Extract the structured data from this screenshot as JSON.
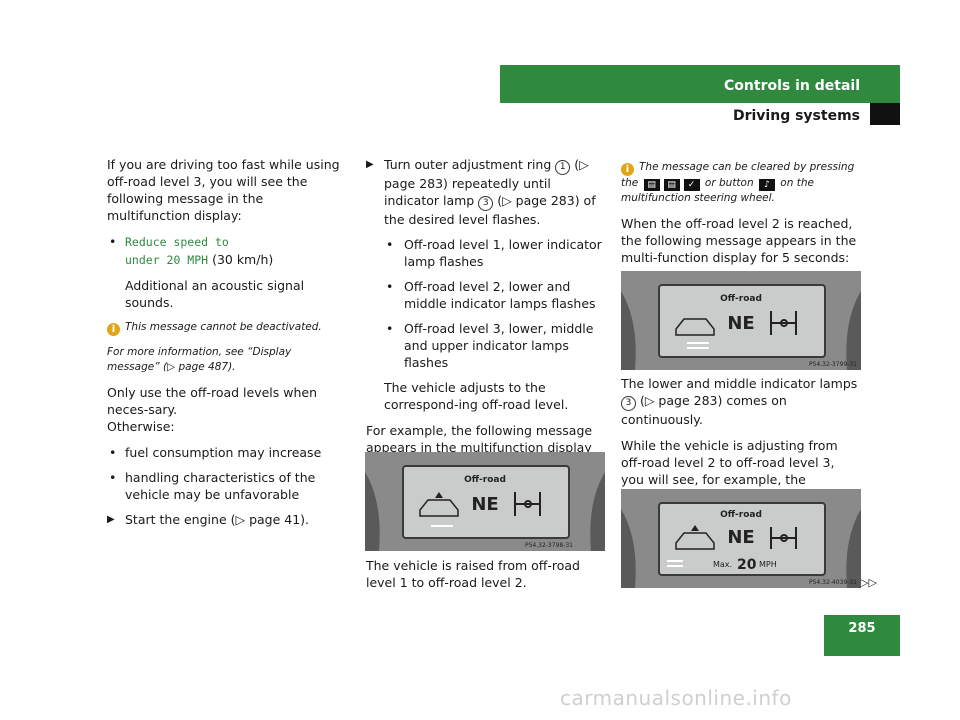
{
  "colors": {
    "accent": "#2f8a3f",
    "info": "#e0a51a"
  },
  "header": {
    "title": "Controls in detail",
    "subtitle": "Driving systems"
  },
  "page_number": "285",
  "footer": "carmanualsonline.info",
  "col1": {
    "p1": "If you are driving too fast while using off-road level 3, you will see the following message in the multifunction display:",
    "msg_line1": "Reduce speed to",
    "msg_line2": "under 20 MPH",
    "msg_suffix": " (30 km/h)",
    "p2": "Additional an acoustic signal sounds.",
    "info1": "This message cannot be deactivated.",
    "info2": "For more information, see “Display message” (▷ page 487).",
    "p3a": "Only use the off-road levels when neces-sary.",
    "p3b": "Otherwise:",
    "b1": "fuel consumption may increase",
    "b2": "handling characteristics of the vehicle may be unfavorable",
    "a1": "Start the engine (▷ page 41)."
  },
  "col2": {
    "a1_pre": "Turn outer adjustment ring ",
    "n1": "1",
    "a1_mid": " (▷ page 283) repeatedly until indicator lamp ",
    "n3": "3",
    "a1_post": " (▷ page 283) of the desired level flashes.",
    "s1": "Off-road level 1, lower indicator lamp flashes",
    "s2": "Off-road level 2, lower and middle indicator lamps flashes",
    "s3": "Off-road level 3, lower, middle and upper indicator lamps flashes",
    "p1": "The vehicle adjusts to the correspond-ing off-road level.",
    "p2": "For example, the following message appears in the multifunction display while the level is being set:",
    "p3": "The vehicle is raised from off-road level 1 to off-road level 2."
  },
  "col3": {
    "info_pre": "The message can be cleared by pressing the",
    "info_mid": " or button ",
    "info_post": " on the multifunction steering wheel.",
    "p1": "When the off-road level 2 is reached, the following message appears in the multi-function display for 5 seconds:",
    "p2_pre": "The lower and middle indicator lamps ",
    "n3": "3",
    "p2_post": " (▷ page 283) comes on continuously.",
    "p3": "While the vehicle is adjusting from off-road level 2 to off-road level 3, you will see, for example, the following message in the multifunction display:",
    "cont": "▷▷"
  },
  "displays": {
    "title": "Off-road",
    "mode": "NE",
    "max_label": "Max.",
    "max_value": "20",
    "max_unit": "MPH",
    "code1": "P54.32-3798-31",
    "code2": "P54.32-3799-31",
    "code3": "P54.32-4039-31"
  },
  "icons": [
    "info-icon",
    "triangle-arrow-icon",
    "bullet-icon",
    "display-key-icon",
    "steering-button-icon"
  ]
}
